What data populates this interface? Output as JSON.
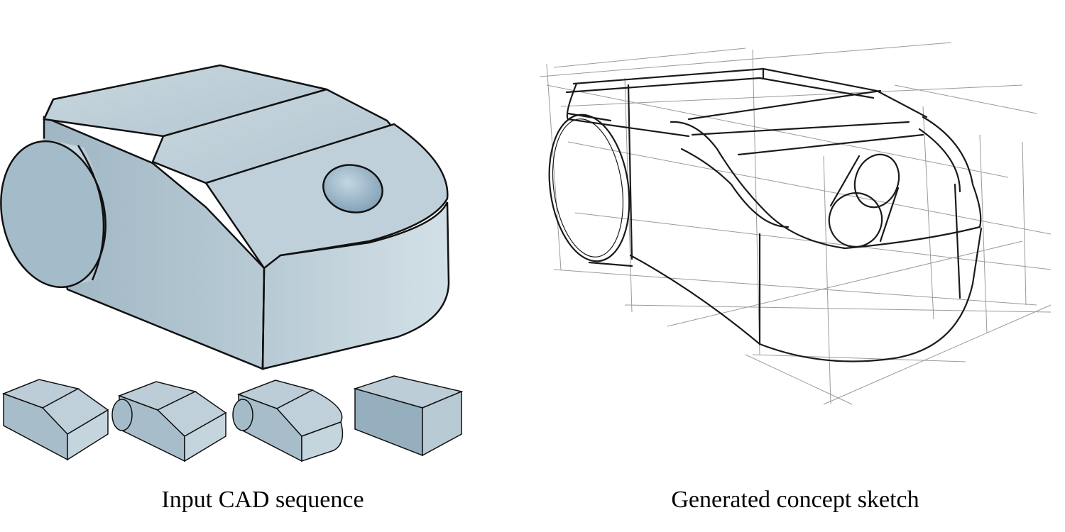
{
  "captions": {
    "left": "Input CAD sequence",
    "right": "Generated concept sketch"
  },
  "colors": {
    "cad_face_top": "#bccdd7",
    "cad_face_side": "#a7bdc9",
    "cad_face_light": "#c9d8e0",
    "cad_edge": "#111111",
    "sketch_line": "#1a1a1a",
    "sketch_construction": "#9a9a9a"
  },
  "cad_sequence_steps": 4
}
